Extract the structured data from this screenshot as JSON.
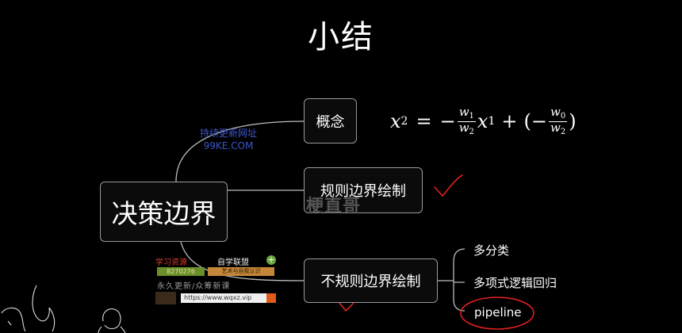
{
  "title": "小结",
  "root": {
    "label": "决策边界"
  },
  "branches": [
    {
      "label": "概念"
    },
    {
      "label": "规则边界绘制"
    },
    {
      "label": "不规则边界绘制",
      "children": [
        "多分类",
        "多项式逻辑回归",
        "pipeline"
      ]
    }
  ],
  "formula": {
    "lhs_var": "x",
    "lhs_sub": "2",
    "eq": "=",
    "neg": "−",
    "f1_num_var": "w",
    "f1_num_sub": "1",
    "f1_den_var": "w",
    "f1_den_sub": "2",
    "x1_var": "x",
    "x1_sub": "1",
    "plus": "+",
    "lparen": "(",
    "neg2": "−",
    "f2_num_var": "w",
    "f2_num_sub": "0",
    "f2_den_var": "w",
    "f2_den_sub": "2",
    "rparen": ")"
  },
  "watermarks": {
    "blue_line1": "持续更新网址",
    "blue_line2": "99KE.COM",
    "gray": "梗直哥",
    "banner_text1": "学习资源",
    "banner_text2": "自学联盟",
    "banner_code": "8270276",
    "banner_sub": "艺术与自我认识",
    "banner_text3": "永久更新/众筹新课",
    "banner_url": "https://www.wqxz.vip"
  },
  "colors": {
    "background": "#000000",
    "node_border": "#9a9a9a",
    "connector": "#bdbdbd",
    "annotation_red": "#e02020",
    "watermark_blue": "#3b55c9"
  }
}
